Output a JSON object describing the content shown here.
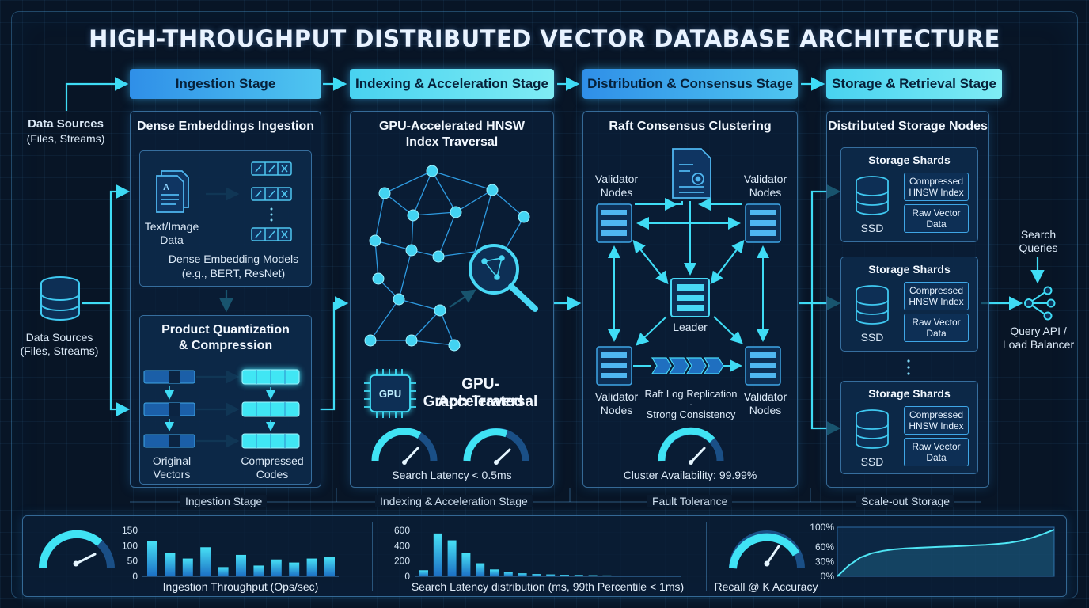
{
  "title": "HIGH-THROUGHPUT DISTRIBUTED VECTOR DATABASE ARCHITECTURE",
  "stages": [
    {
      "label": "Ingestion Stage"
    },
    {
      "label": "Indexing & Acceleration Stage"
    },
    {
      "label": "Distribution & Consensus Stage"
    },
    {
      "label": "Storage & Retrieval Stage"
    }
  ],
  "left": {
    "top_source": {
      "title": "Data Sources",
      "sub": "(Files, Streams)"
    },
    "mid_source": {
      "title": "Data Sources",
      "sub": "(Files, Streams)"
    }
  },
  "ingestion": {
    "title": "Dense Embeddings Ingestion",
    "doc_label": "Text/Image",
    "doc_label2": "Data",
    "model_label": "Dense Embedding Models",
    "model_label2": "(e.g., BERT, ResNet)",
    "pq_title": "Product Quantization",
    "pq_title2": "& Compression",
    "orig_label": "Original",
    "orig_label2": "Vectors",
    "comp_label": "Compressed",
    "comp_label2": "Codes"
  },
  "indexing": {
    "title": "GPU-Accelerated HNSW",
    "title2": "Index Traversal",
    "gpu_chip": "GPU",
    "gpu_title": "GPU-Accelerated",
    "gpu_title2": "Graph Traversal",
    "latency": "Search Latency < 0.5ms"
  },
  "consensus": {
    "title": "Raft Consensus Clustering",
    "validator": "Validator",
    "nodes": "Nodes",
    "leader": "Leader",
    "log": "Raft Log Replication",
    "dot": "·",
    "consistency": "Strong Consistency",
    "availability": "Cluster Availability: 99.99%"
  },
  "storage": {
    "title": "Distributed Storage Nodes",
    "shard_title": "Storage Shards",
    "ssd": "SSD",
    "comp": "Compressed",
    "comp2": "HNSW Index",
    "raw": "Raw Vector",
    "raw2": "Data"
  },
  "query": {
    "search": "Search",
    "search2": "Queries",
    "api": "Query API /",
    "api2": "Load Balancer"
  },
  "bottom_labels": [
    "Ingestion Stage",
    "Indexing & Acceleration Stage",
    "Fault Tolerance",
    "Scale-out Storage"
  ],
  "colors": {
    "accent": "#37d7f5",
    "tab_grad_start": "#3aa0f0",
    "tab_grad_end": "#5ee8f2"
  },
  "chart_data": [
    {
      "type": "bar",
      "xlabel": "Ingestion Throughput (Ops/sec)",
      "ylim": [
        0,
        150
      ],
      "yticks": [
        0,
        50,
        100,
        150
      ],
      "values": [
        115,
        75,
        58,
        95,
        30,
        70,
        35,
        55,
        45,
        58,
        62
      ]
    },
    {
      "type": "bar",
      "xlabel": "Search Latency distribution (ms, 99th Percentile < 1ms)",
      "ylim": [
        0,
        600
      ],
      "yticks": [
        0,
        200,
        400,
        600
      ],
      "values": [
        80,
        560,
        470,
        300,
        170,
        90,
        60,
        40,
        30,
        25,
        20,
        18,
        15,
        12,
        10,
        8,
        6,
        5
      ]
    },
    {
      "type": "line",
      "xlabel": "Recall @ K Accuracy",
      "ylim": [
        0,
        100
      ],
      "yticks": [
        "0%",
        "30%",
        "60%",
        "100%"
      ],
      "values": [
        0,
        22,
        38,
        47,
        52,
        55,
        57,
        58,
        59,
        60,
        61,
        62,
        63,
        64,
        66,
        68,
        72,
        78,
        86,
        95
      ]
    }
  ]
}
